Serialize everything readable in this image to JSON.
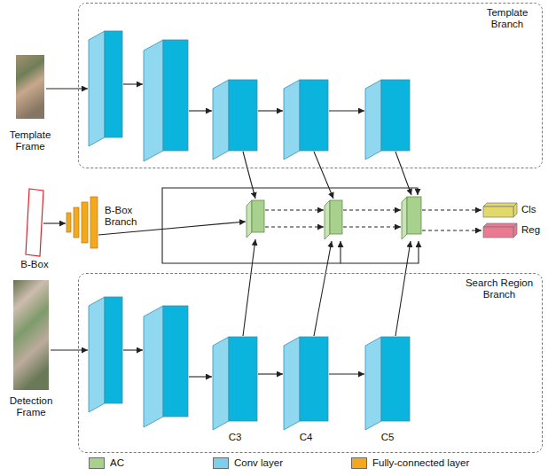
{
  "diagram": {
    "nodes": [
      {
        "text": [
          "Template Branch"
        ]
      },
      {
        "text": [
          "Search Region Branch"
        ]
      },
      {
        "text": [
          "C3"
        ],
        "in": 1
      },
      {
        "text": [
          "C4"
        ],
        "in": 1
      },
      {
        "text": [
          "C5"
        ],
        "in": 1
      },
      {
        "text": [
          "B-Box"
        ]
      },
      {
        "text": [
          "Cls"
        ]
      },
      {
        "text": [
          "Reg"
        ]
      }
    ],
    "edges": [
      {
        "from": 2,
        "to": 3,
        "arrow": "to"
      },
      {
        "from": 3,
        "to": 4,
        "arrow": "to"
      }
    ],
    "labels": [
      "Template Frame",
      "B-Box Branch",
      "Detection Frame"
    ],
    "legend": [
      {
        "text": "AC",
        "color": "#a9d18e"
      },
      {
        "text": "Conv layer",
        "color": "#7fcfea"
      },
      {
        "text": "Fully-connected layer",
        "color": "#f4a81d"
      }
    ]
  }
}
